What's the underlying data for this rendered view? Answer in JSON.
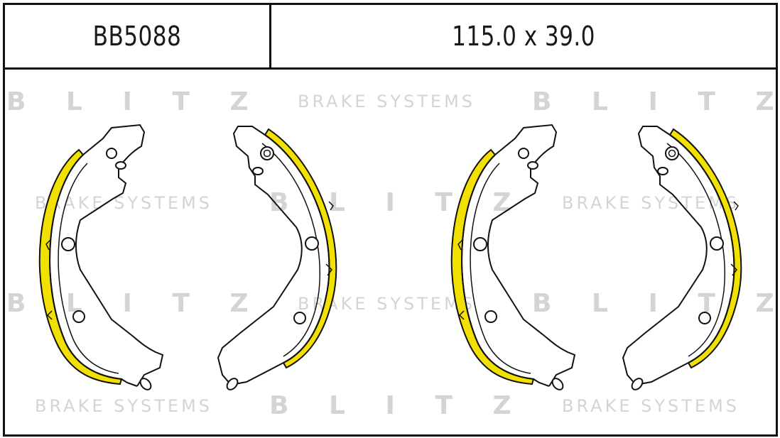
{
  "header": {
    "part_code": "BB5088",
    "dimensions": "115.0 x 39.0"
  },
  "watermark": {
    "brand": "B L I T Z",
    "tagline": "BRAKE SYSTEMS",
    "color": "#d4d4d4"
  },
  "colors": {
    "lining": "#f2e100",
    "outline": "#111111",
    "border": "#111111"
  },
  "icons": {
    "shoe": "brake-shoe-drawing"
  }
}
